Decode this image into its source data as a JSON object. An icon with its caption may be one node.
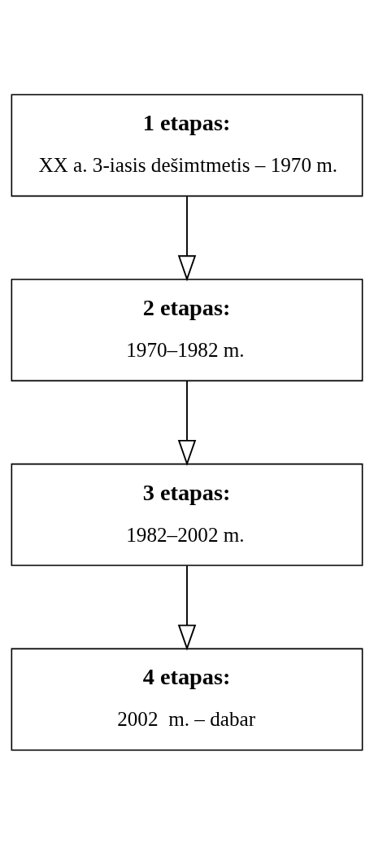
{
  "diagram": {
    "nodes": [
      {
        "text": [
          "1 etapas:",
          "XX a. 3-iasis dešimtmetis – 1970 m."
        ]
      },
      {
        "text": [
          "2 etapas:",
          "1970–1982 m."
        ]
      },
      {
        "text": [
          "3 etapas:",
          "1982–2002 m."
        ]
      },
      {
        "text": [
          "4 etapas:",
          "2002  m. – dabar"
        ]
      }
    ],
    "edges": [
      {
        "from": 0,
        "to": 1,
        "arrow": "to"
      },
      {
        "from": 1,
        "to": 2,
        "arrow": "to"
      },
      {
        "from": 2,
        "to": 3,
        "arrow": "to"
      }
    ]
  }
}
